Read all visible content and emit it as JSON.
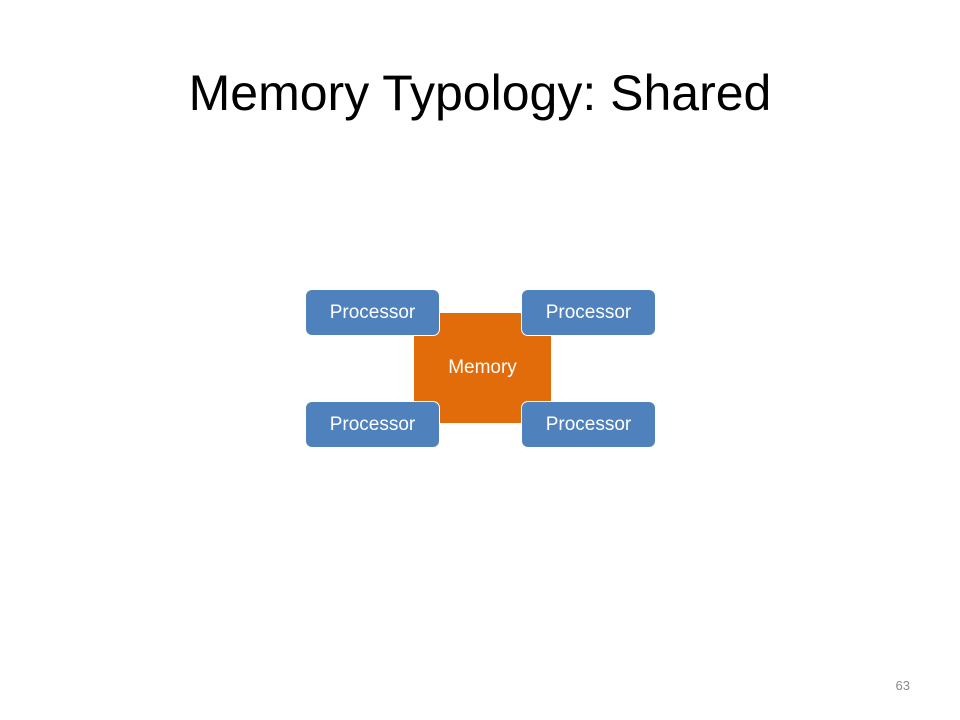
{
  "slide": {
    "title": "Memory Typology: Shared",
    "page_number": "63"
  },
  "diagram": {
    "center": {
      "label": "Memory",
      "color": "#e36c0a"
    },
    "processors": [
      {
        "label": "Processor"
      },
      {
        "label": "Processor"
      },
      {
        "label": "Processor"
      },
      {
        "label": "Processor"
      }
    ],
    "processor_color": "#4f81bd"
  }
}
